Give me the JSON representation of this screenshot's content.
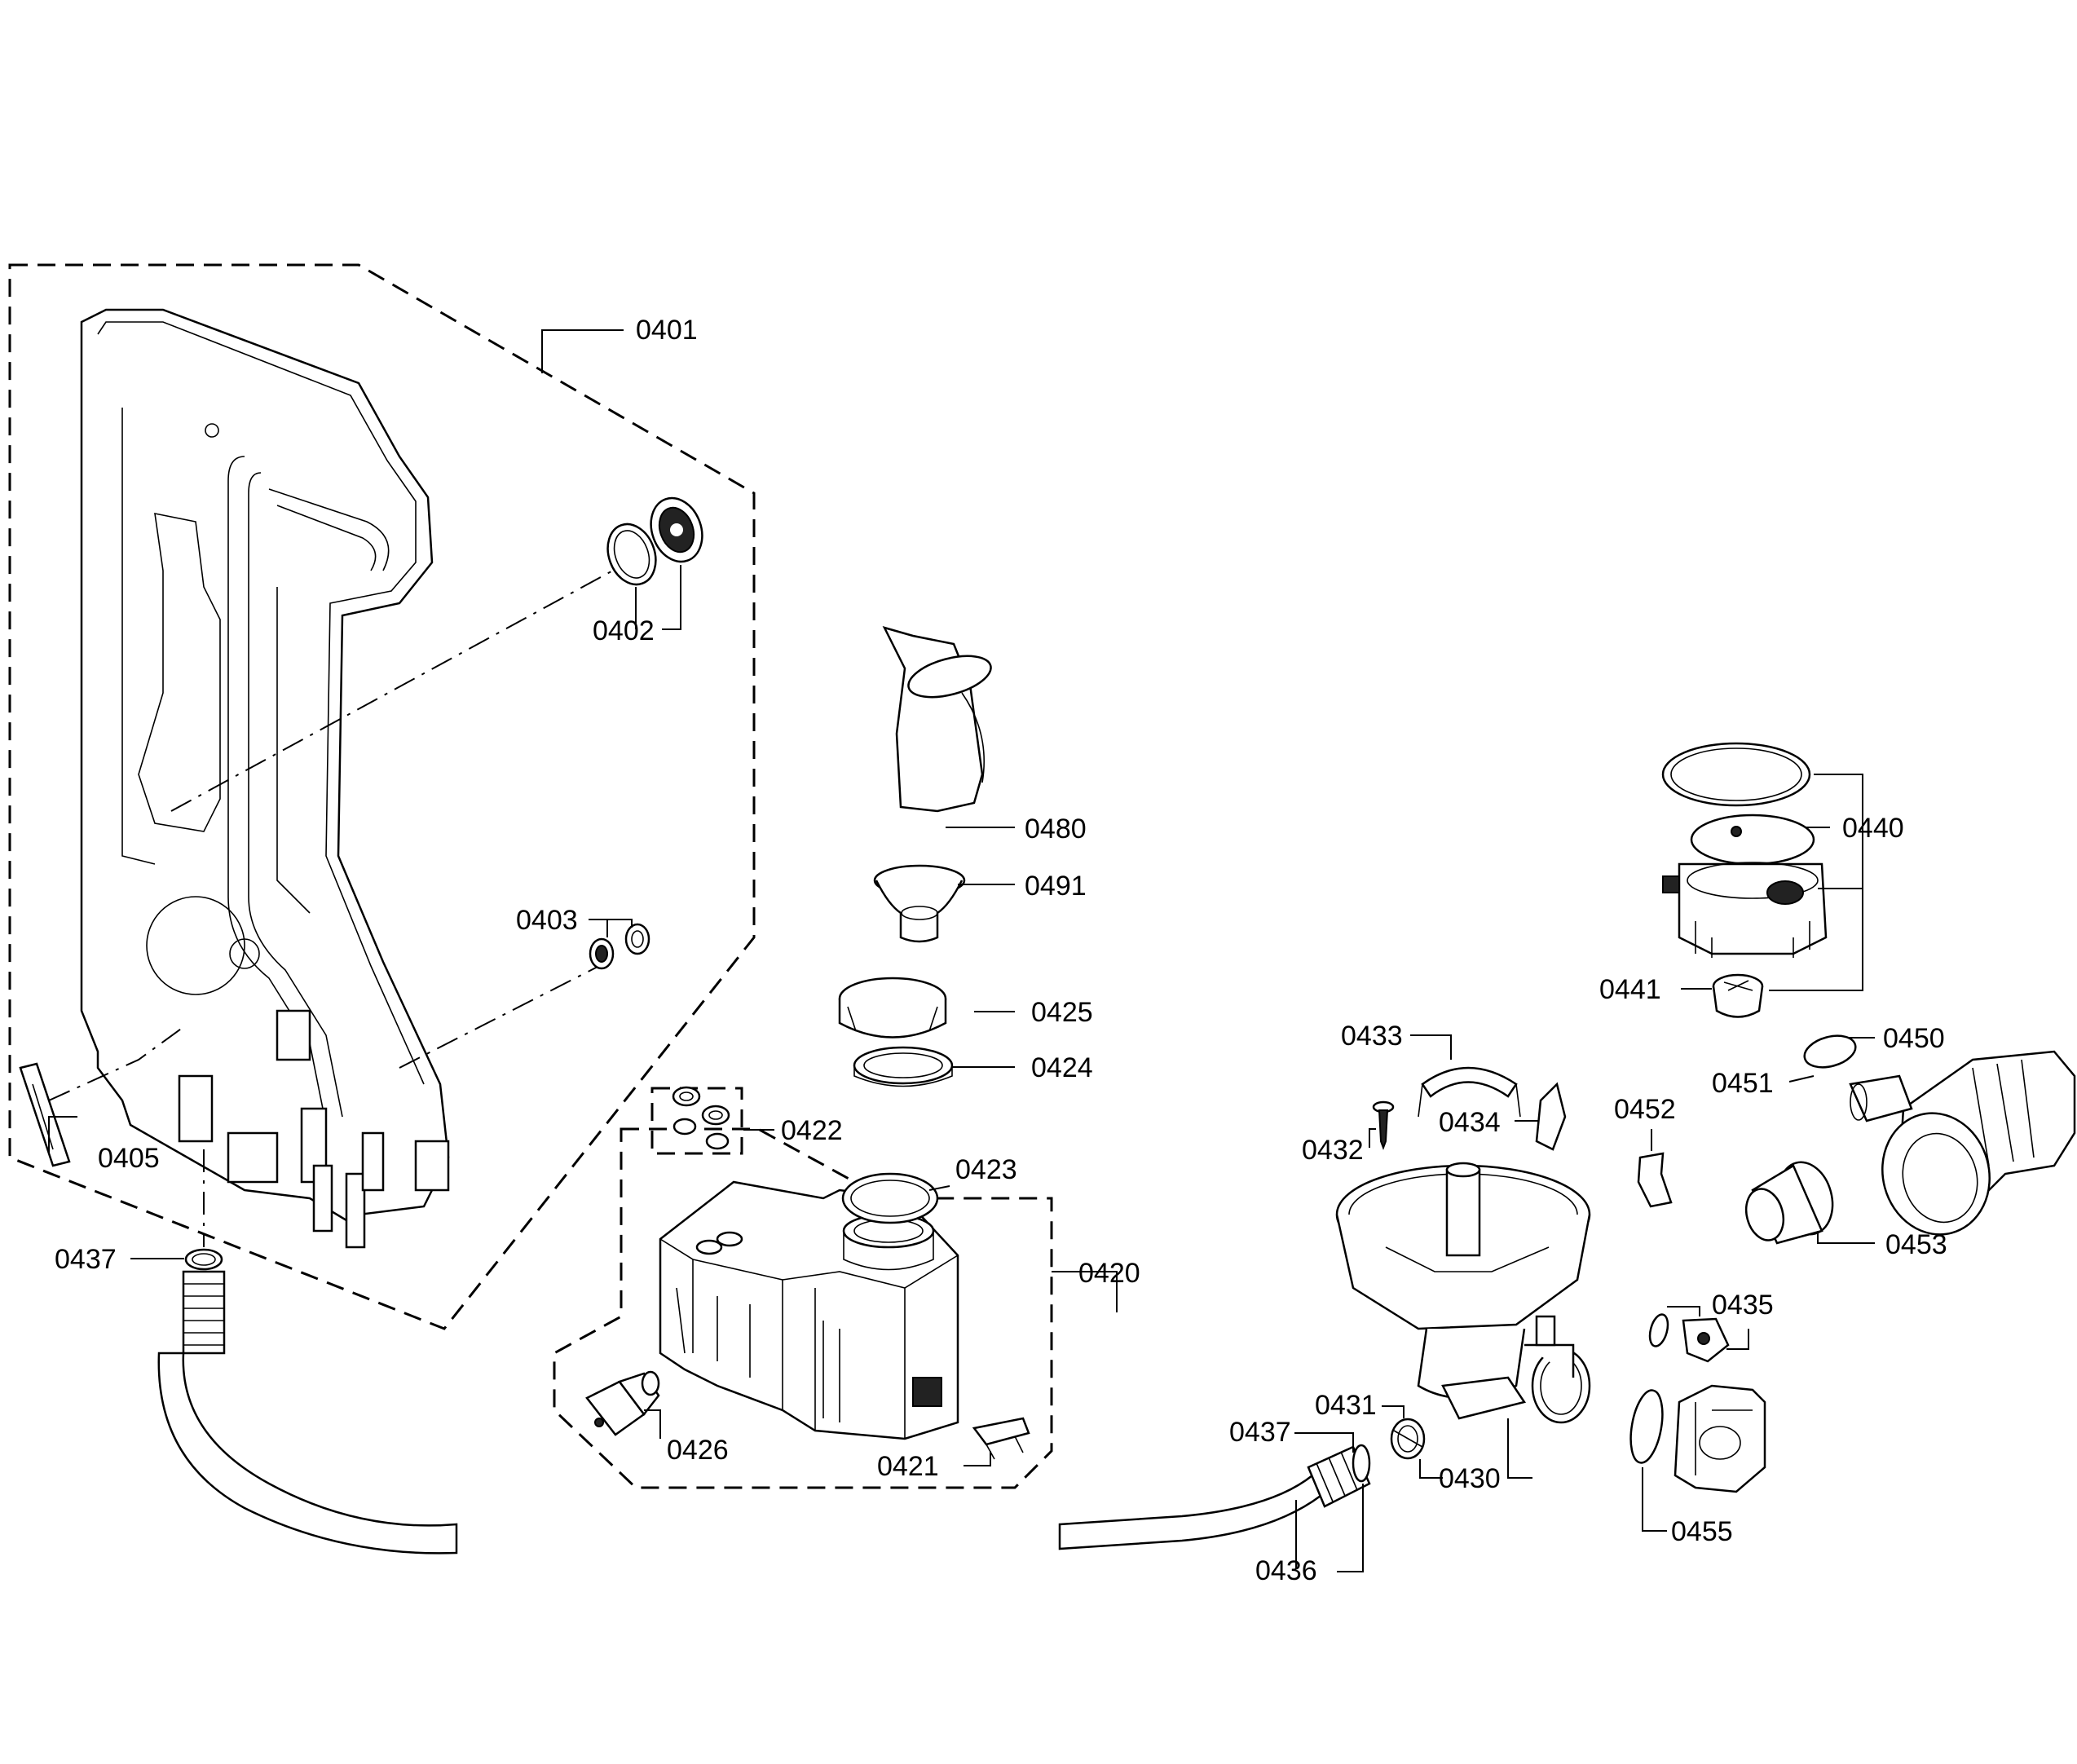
{
  "callouts": {
    "c0401": "0401",
    "c0402": "0402",
    "c0403": "0403",
    "c0405": "0405",
    "c0437a": "0437",
    "c0480": "0480",
    "c0491": "0491",
    "c0425": "0425",
    "c0424": "0424",
    "c0422": "0422",
    "c0423": "0423",
    "c0420": "0420",
    "c0426": "0426",
    "c0421": "0421",
    "c0440": "0440",
    "c0441": "0441",
    "c0450": "0450",
    "c0451": "0451",
    "c0433": "0433",
    "c0434": "0434",
    "c0432": "0432",
    "c0452": "0452",
    "c0453": "0453",
    "c0435": "0435",
    "c0431": "0431",
    "c0437b": "0437",
    "c0430": "0430",
    "c0455": "0455",
    "c0436": "0436"
  }
}
